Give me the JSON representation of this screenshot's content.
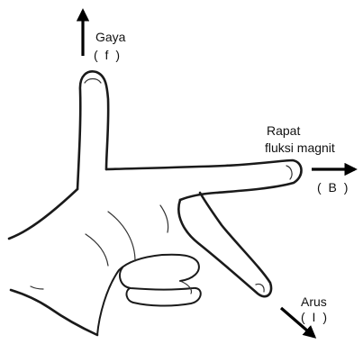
{
  "labels": {
    "force": {
      "name": "Gaya",
      "symbol": "( f )"
    },
    "flux": {
      "line1": "Rapat",
      "line2": "fluksi magnit",
      "symbol": "( B )"
    },
    "current": {
      "name": "Arus",
      "symbol": "( I )"
    }
  },
  "colors": {
    "ink": "#1a1a1a",
    "background": "#ffffff"
  },
  "icons": [
    "arrow-up-icon",
    "arrow-right-icon",
    "arrow-down-right-icon"
  ]
}
